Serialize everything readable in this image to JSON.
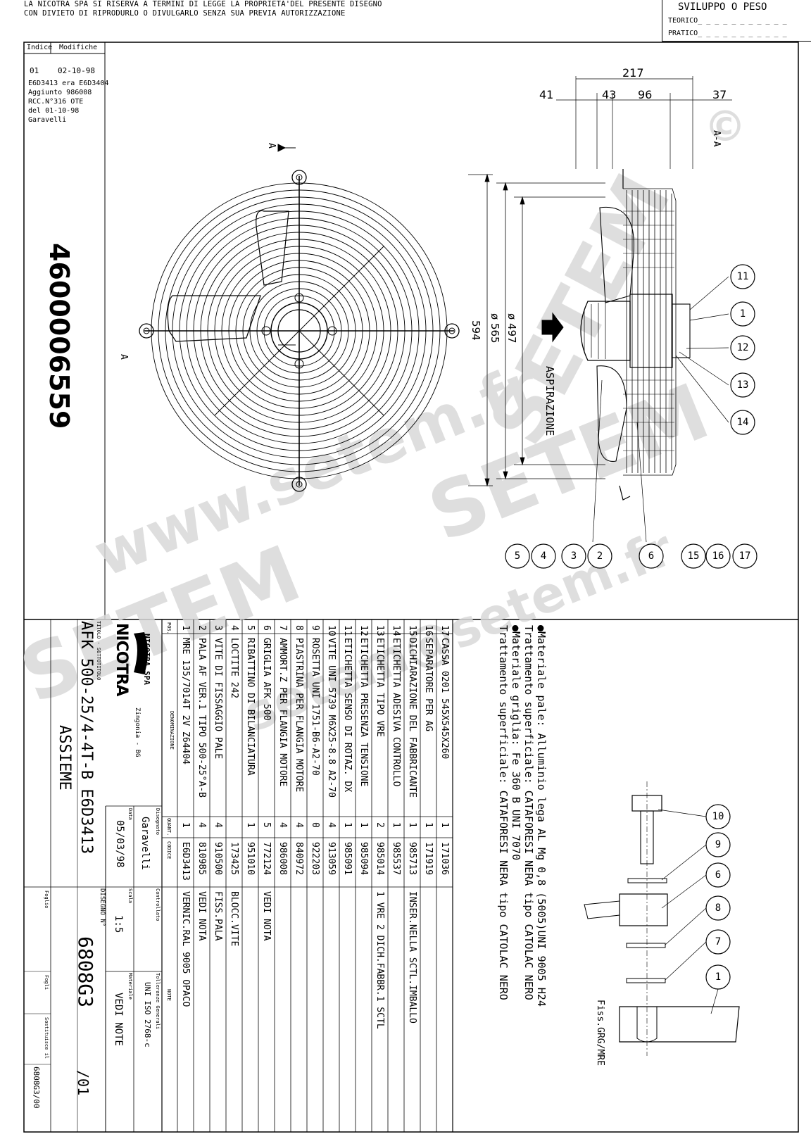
{
  "legal_notice": [
    "LA NICOTRA SPA SI RISERVA A TERMINI DI LEGGE LA PROPRIETA'DEL PRESENTE DISEGNO",
    "CON DIVIETO DI RIPRODURLO O DIVULGARLO SENZA SUA PREVIA AUTORIZZAZIONE"
  ],
  "weight_box": {
    "title": "SVILUPPO O PESO",
    "teorico": "TEORICO",
    "pratico": "PRATICO"
  },
  "revision": {
    "header_index": "Indice",
    "header_changes": "Modifiche",
    "index": "01",
    "date": "02-10-98",
    "notes": [
      "E6D3413 era E6D3404",
      "Aggiunto 986008",
      "RCC.N°316   OTE",
      "del 01-10-98",
      "Garavelli"
    ]
  },
  "part_number": "4600006559",
  "dimensions": {
    "width_total": "217",
    "d41": "41",
    "d43": "43",
    "d96": "96",
    "d37": "37",
    "height": "594",
    "dia565": "ø 565",
    "dia497": "ø 497",
    "section_a": "A",
    "section_aa": "A-A",
    "aspirazione": "ASPIRAZIONE"
  },
  "balloons_side": [
    "11",
    "1",
    "12",
    "13",
    "14"
  ],
  "balloons_bottom": [
    "5",
    "4",
    "3",
    "2",
    "6",
    "15",
    "16",
    "17"
  ],
  "balloons_detail": [
    "10",
    "9",
    "6",
    "8",
    "7",
    "1"
  ],
  "detail_label": "Fiss.GRG/MRE",
  "notes": [
    "●Materiale pale: Alluminio lega AL Mg 0,8 (5005)UNI 9005 H24",
    "  Trattamento superficiale: CATAFORESI NERA tipo CATOLAC NERO",
    "●Materiale griglia: Fe 360 B  UNI 7070",
    "  Trattamento superficiale: CATAFORESI NERA tipo CATOLAC NERO"
  ],
  "bom_headers": {
    "pos": "POS.",
    "desc": "DENOMINAZIONE",
    "qty": "QUANT.",
    "code": "CODICE",
    "note": "NOTE"
  },
  "bom": [
    {
      "pos": "17",
      "desc": "CASSA 0201  545X545X260",
      "qty": "1",
      "code": "171036",
      "note": ""
    },
    {
      "pos": "16",
      "desc": "SEPARATORE PER AG",
      "qty": "1",
      "code": "171919",
      "note": ""
    },
    {
      "pos": "15",
      "desc": "DICHIARAZIONE DEL FABBRICANTE",
      "qty": "1",
      "code": "985713",
      "note": "INSER.NELLA SCTL.IMBALLO"
    },
    {
      "pos": "14",
      "desc": "ETICHETTA ADESIVA CONTROLLO",
      "qty": "1",
      "code": "985537",
      "note": ""
    },
    {
      "pos": "13",
      "desc": "ETICHETTA TIPO VRE",
      "qty": "2",
      "code": "985014",
      "note": "1 VRE 2 DICH.FABBR.1 SCTL"
    },
    {
      "pos": "12",
      "desc": "ETICHETTA PRESENZA TENSIONE",
      "qty": "1",
      "code": "985094",
      "note": ""
    },
    {
      "pos": "11",
      "desc": "ETICHETTA SENSO DI ROTAZ. DX",
      "qty": "1",
      "code": "985091",
      "note": ""
    },
    {
      "pos": "10",
      "desc": "VITE UNI 5739 M6X25-8.8 A2-70",
      "qty": "4",
      "code": "913059",
      "note": ""
    },
    {
      "pos": "9",
      "desc": "ROSETTA UNI 1751-B6-A2-70",
      "qty": "0",
      "code": "922203",
      "note": ""
    },
    {
      "pos": "8",
      "desc": "PIASTRINA PER FLANGIA MOTORE",
      "qty": "4",
      "code": "840972",
      "note": ""
    },
    {
      "pos": "7",
      "desc": "AMMORT.Z PER FLANGIA MOTORE",
      "qty": "4",
      "code": "986008",
      "note": ""
    },
    {
      "pos": "6",
      "desc": "GRIGLIA AFK 500",
      "qty": "5",
      "code": "772124",
      "note": "VEDI NOTA"
    },
    {
      "pos": "5",
      "desc": "RIBATTINO DI BILANCIATURA",
      "qty": "1",
      "code": "951010",
      "note": ""
    },
    {
      "pos": "4",
      "desc": "LOCTITE 242",
      "qty": "",
      "code": "173425",
      "note": "BLOCC.VITE"
    },
    {
      "pos": "3",
      "desc": "VITE DI FISSAGGIO PALE",
      "qty": "4",
      "code": "910500",
      "note": "FISS.PALA"
    },
    {
      "pos": "2",
      "desc": "PALA AF VER.1 TIPO 500-25°A-B",
      "qty": "4",
      "code": "810985",
      "note": "VEDI NOTA"
    },
    {
      "pos": "1",
      "desc": "MRE 135/7014T 2V  Z64404",
      "qty": "1",
      "code": "E6D3413",
      "note": "VERNIC.RAL 9005 OPACO"
    }
  ],
  "title_block": {
    "company": "NICOTRA  SPA",
    "location": "Zingonia - BG",
    "logo_text": "NICOTRA",
    "title_label": "TITOLO - SOTTOTITOLO",
    "title": "AFK 500-25/4-4T-B  E6D3413",
    "subtitle": "ASSIEME",
    "drawn_label": "Disegnato",
    "drawn": "Garavelli",
    "date_label": "Data",
    "date": "05/03/98",
    "checked_label": "Controllato",
    "tolerance_label": "Tolleranze Generali",
    "tolerance": "UNI ISO 2768-c",
    "scale_label": "Scala",
    "scale": "1:5",
    "material_label": "Materiale",
    "material": "VEDI NOTE",
    "drawing_label": "DISEGNO N°",
    "drawing_number": "6808G3",
    "revision": "/01",
    "sheet_label": "Foglio",
    "sheets_label": "Fogli",
    "replaces_label": "Sostituisce il",
    "replaces": "6808G3/00"
  },
  "watermarks": [
    "SETEM",
    "www.setem.fr",
    "SETEM",
    "setem@setem.fr",
    "SETEM",
    "©"
  ]
}
